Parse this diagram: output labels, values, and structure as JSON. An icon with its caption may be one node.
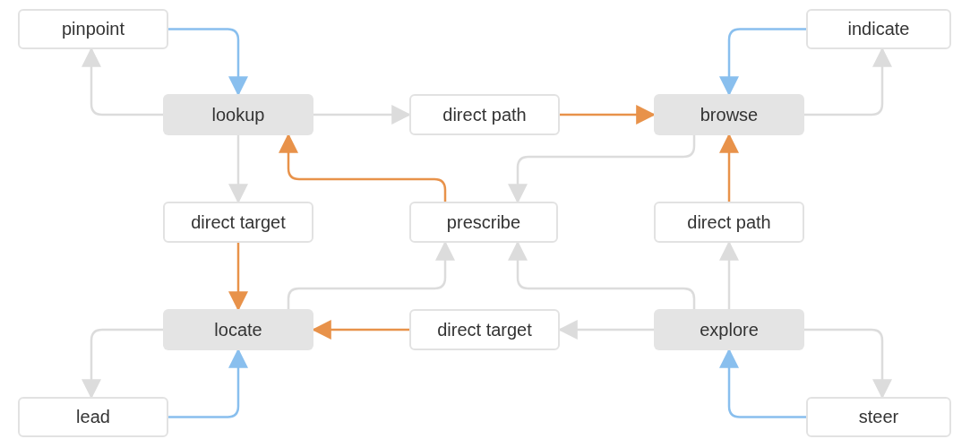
{
  "diagram": {
    "nodes": [
      {
        "text": [
          "pinpoint"
        ]
      },
      {
        "text": [
          "indicate"
        ]
      },
      {
        "text": [
          "lookup"
        ]
      },
      {
        "text": [
          "direct path"
        ]
      },
      {
        "text": [
          "browse"
        ]
      },
      {
        "text": [
          "direct target"
        ]
      },
      {
        "text": [
          "prescribe"
        ]
      },
      {
        "text": [
          "direct path"
        ]
      },
      {
        "text": [
          "locate"
        ]
      },
      {
        "text": [
          "direct target"
        ]
      },
      {
        "text": [
          "explore"
        ]
      },
      {
        "text": [
          "lead"
        ]
      },
      {
        "text": [
          "steer"
        ]
      }
    ],
    "edges": [
      {
        "from": 0,
        "to": 2,
        "arrow": "to",
        "color": "#89bfee"
      },
      {
        "from": 2,
        "to": 0,
        "arrow": "to"
      },
      {
        "from": 2,
        "to": 3,
        "arrow": "to"
      },
      {
        "from": 3,
        "to": 4,
        "arrow": "to",
        "color": "#e8924a"
      },
      {
        "from": 1,
        "to": 4,
        "arrow": "to",
        "color": "#89bfee"
      },
      {
        "from": 4,
        "to": 1,
        "arrow": "to"
      },
      {
        "from": 4,
        "to": 6,
        "arrow": "to"
      },
      {
        "from": 6,
        "to": 2,
        "arrow": "to",
        "color": "#e8924a"
      },
      {
        "from": 2,
        "to": 5,
        "arrow": "to"
      },
      {
        "from": 5,
        "to": 8,
        "arrow": "to",
        "color": "#e8924a"
      },
      {
        "from": 8,
        "to": 6,
        "arrow": "to"
      },
      {
        "from": 10,
        "to": 6,
        "arrow": "to"
      },
      {
        "from": 10,
        "to": 7,
        "arrow": "to"
      },
      {
        "from": 7,
        "to": 4,
        "arrow": "to",
        "color": "#e8924a"
      },
      {
        "from": 10,
        "to": 9,
        "arrow": "to"
      },
      {
        "from": 9,
        "to": 8,
        "arrow": "to",
        "color": "#e8924a"
      },
      {
        "from": 8,
        "to": 11,
        "arrow": "to"
      },
      {
        "from": 11,
        "to": 8,
        "arrow": "to",
        "color": "#89bfee"
      },
      {
        "from": 10,
        "to": 12,
        "arrow": "to"
      },
      {
        "from": 12,
        "to": 10,
        "arrow": "to",
        "color": "#89bfee"
      }
    ]
  }
}
